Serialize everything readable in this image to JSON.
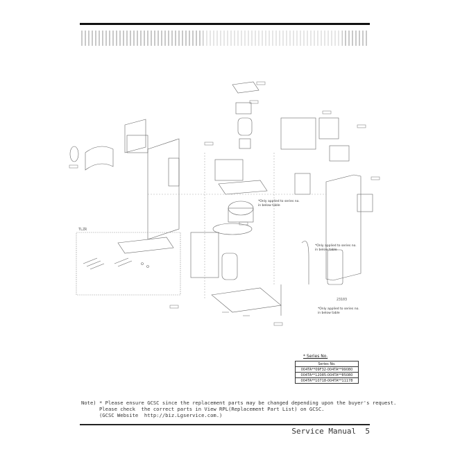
{
  "diagram": {
    "callout_notes": [
      "*Only applied to series no. in below table",
      "*Only applied to series no. in below table",
      "*Only applied to series no. in below table"
    ],
    "kit_label": "TLZR",
    "remote_label": "23103"
  },
  "series_table": {
    "title": "* Series No.",
    "header": "Series No.",
    "rows": [
      "004TA**09F32-004TA**99080",
      "004TA**12085-004TA**85080",
      "004TA**10718-004TA**11178"
    ]
  },
  "note": {
    "lines": [
      "Note) * Please ensure GCSC since the replacement parts may be changed depending upon the buyer's request.",
      "      Please check  the correct parts in View RPL(Replacement Part List) on GCSC.",
      "      (GCSC Website  http://biz.Lgservice.com.)"
    ]
  },
  "footer": {
    "label": "Service Manual",
    "page": "5"
  }
}
